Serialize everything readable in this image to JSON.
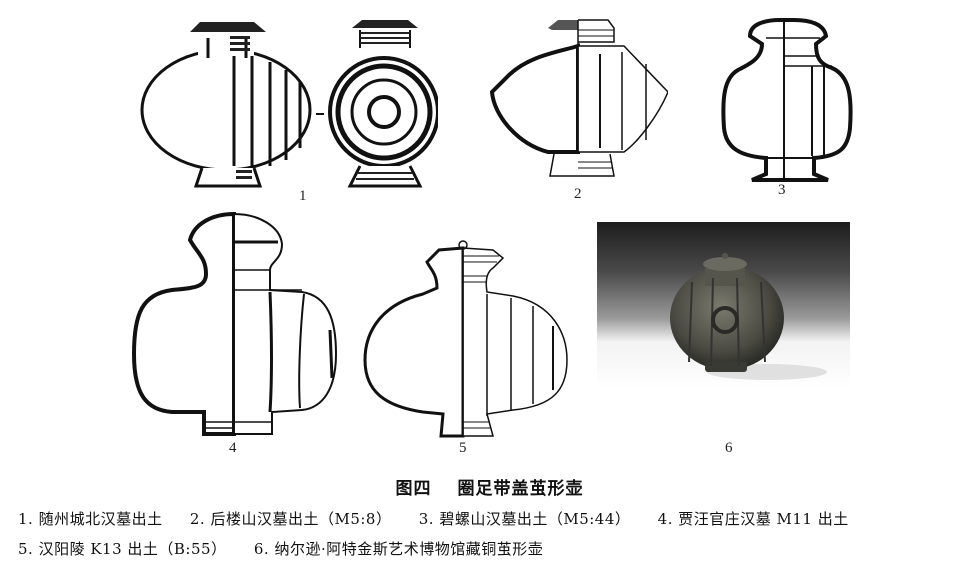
{
  "figure": {
    "number": "图四",
    "title": "圈足带盖茧形壶",
    "panels": [
      {
        "id": "1",
        "label": "1",
        "description": "line drawing, side section and front view with concentric rings",
        "source": "随州城北汉墓出土"
      },
      {
        "id": "2",
        "label": "2",
        "description": "line drawing, half section",
        "source": "后楼山汉墓出土（M5:8）"
      },
      {
        "id": "3",
        "label": "3",
        "description": "line drawing, half section",
        "source": "碧螺山汉墓出土（M5:44）"
      },
      {
        "id": "4",
        "label": "4",
        "description": "line drawing, half section",
        "source": "贾汪官庄汉墓 M11 出土"
      },
      {
        "id": "5",
        "label": "5",
        "description": "line drawing, half section with lid",
        "source": "汉阳陵 K13 出土（B:55）"
      },
      {
        "id": "6",
        "label": "6",
        "description": "photograph of bronze cocoon-shaped pot",
        "source": "纳尔逊·阿特金斯艺术博物馆藏铜茧形壶"
      }
    ],
    "caption_lines": [
      [
        "1. 随州城北汉墓出土",
        "2. 后楼山汉墓出土（M5:8）",
        "3. 碧螺山汉墓出土（M5:44）",
        "4. 贾汪官庄汉墓 M11 出土"
      ],
      [
        "5. 汉阳陵 K13 出土（B:55）",
        "6. 纳尔逊·阿特金斯艺术博物馆藏铜茧形壶"
      ]
    ]
  }
}
